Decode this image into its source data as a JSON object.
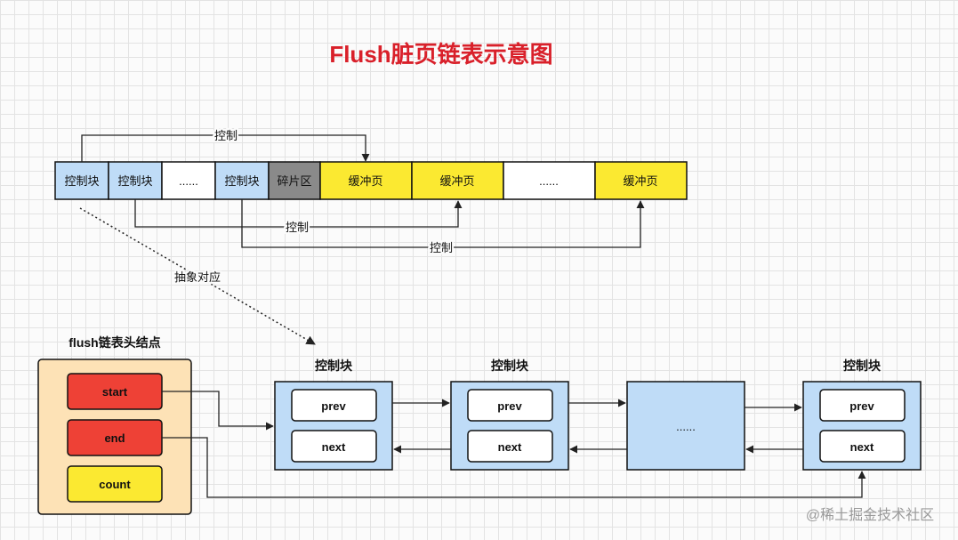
{
  "title": "Flush脏页链表示意图",
  "colors": {
    "control_block": "#bfdcf7",
    "fragment": "#8a8a8a",
    "buffer_page": "#fbe931",
    "empty": "#ffffff",
    "head_panel": "#fde2b6",
    "red_field": "#ee4136",
    "yellow_field": "#fbe931",
    "title": "#d9202a"
  },
  "memory_row": {
    "cells": [
      {
        "label": "控制块",
        "type": "control_block"
      },
      {
        "label": "控制块",
        "type": "control_block"
      },
      {
        "label": "......",
        "type": "empty"
      },
      {
        "label": "控制块",
        "type": "control_block"
      },
      {
        "label": "碎片区",
        "type": "fragment"
      },
      {
        "label": "缓冲页",
        "type": "buffer_page"
      },
      {
        "label": "缓冲页",
        "type": "buffer_page"
      },
      {
        "label": "......",
        "type": "empty"
      },
      {
        "label": "缓冲页",
        "type": "buffer_page"
      }
    ],
    "control_labels": [
      "控制",
      "控制",
      "控制"
    ]
  },
  "abstract_label": "抽象对应",
  "head_node": {
    "title": "flush链表头结点",
    "fields": [
      {
        "label": "start",
        "type": "red_field"
      },
      {
        "label": "end",
        "type": "red_field"
      },
      {
        "label": "count",
        "type": "yellow_field"
      }
    ]
  },
  "list_nodes": [
    {
      "title": "控制块",
      "fields": [
        "prev",
        "next"
      ]
    },
    {
      "title": "控制块",
      "fields": [
        "prev",
        "next"
      ]
    },
    {
      "title": "",
      "ellipsis": "......"
    },
    {
      "title": "控制块",
      "fields": [
        "prev",
        "next"
      ]
    }
  ],
  "watermark": "@稀土掘金技术社区"
}
